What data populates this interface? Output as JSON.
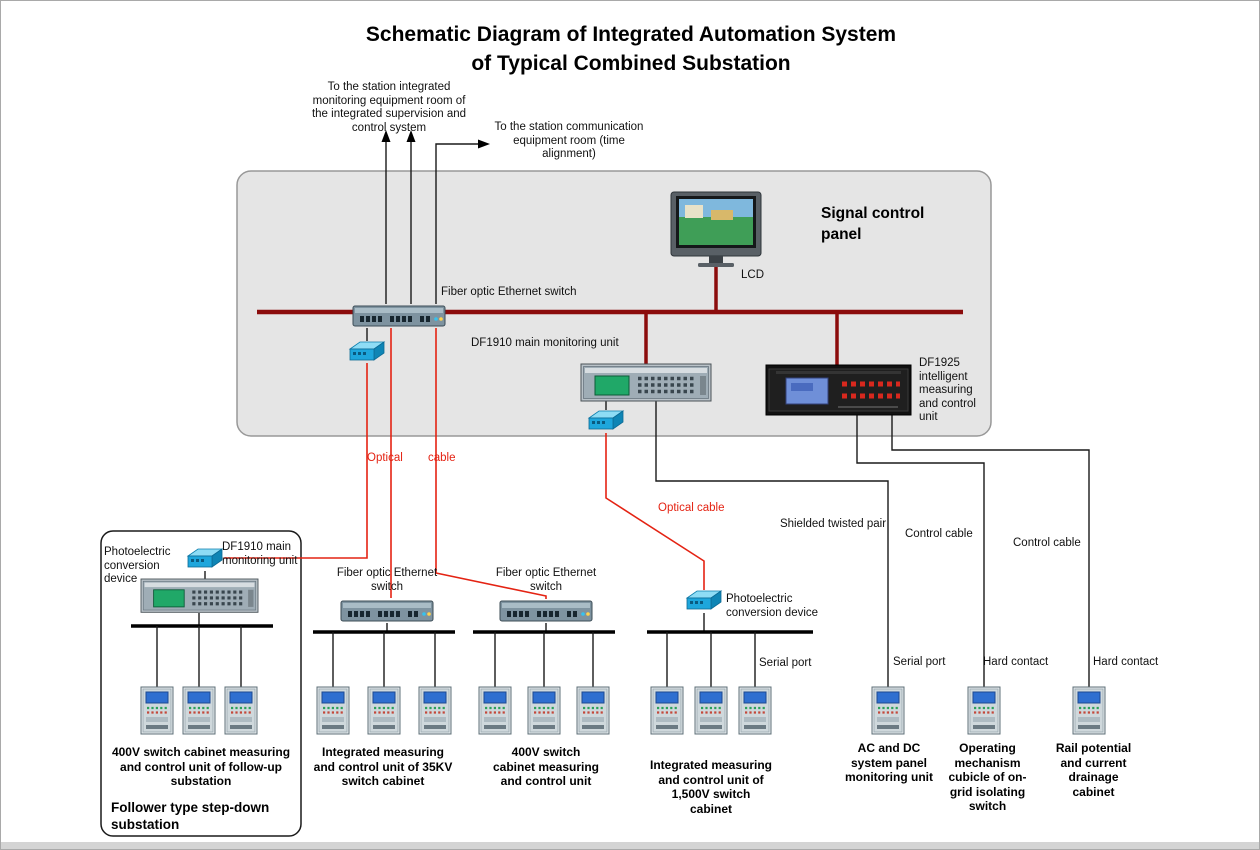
{
  "title": {
    "line1": "Schematic Diagram of Integrated Automation System",
    "line2": "of Typical Combined Substation"
  },
  "annotations": {
    "to_station_monitoring": "To the station integrated monitoring equipment room of the integrated supervision and control system",
    "to_station_communication": "To the station communication equipment room (time alignment)"
  },
  "panel": {
    "title": "Signal control panel",
    "lcd_label": "LCD",
    "ethernet_switch_label": "Fiber optic Ethernet switch",
    "df1910_label": "DF1910 main monitoring unit",
    "df1925_label": "DF1925 intelligent measuring and control unit"
  },
  "cables": {
    "optical": "Optical",
    "cable": "cable",
    "optical_cable": "Optical cable",
    "shielded_twisted_pair": "Shielded twisted pair",
    "control_cable_left": "Control cable",
    "control_cable_right": "Control cable",
    "serial_port_1500v": "Serial port",
    "serial_port_acdc": "Serial port",
    "hard_contact_isolating": "Hard contact",
    "hard_contact_rail": "Hard contact"
  },
  "groups": {
    "follower": {
      "photoelectric_label": "Photoelectric conversion device",
      "df1910_label": "DF1910 main monitoring unit",
      "caption": "400V switch cabinet measuring and control unit of follow-up substation",
      "box_title": "Follower type step-down substation"
    },
    "switch_35kv": {
      "switch_label": "Fiber optic Ethernet switch",
      "caption": "Integrated measuring and control unit of 35KV switch cabinet"
    },
    "switch_400v": {
      "switch_label": "Fiber optic Ethernet switch",
      "caption": "400V switch cabinet measuring and control unit"
    },
    "switch_1500v": {
      "photoelectric_label": "Photoelectric conversion device",
      "caption": "Integrated measuring and control unit of 1,500V switch cabinet"
    },
    "acdc": {
      "caption": "AC and DC system panel monitoring unit"
    },
    "isolating": {
      "caption": "Operating mechanism cubicle of on-grid isolating switch"
    },
    "rail": {
      "caption": "Rail potential and current drainage cabinet"
    }
  },
  "colors": {
    "bus": "#8B0C0C",
    "optical_cable": "#E42313",
    "control_line": "#1A1A1A",
    "panel_bg": "#E5E5E5"
  }
}
